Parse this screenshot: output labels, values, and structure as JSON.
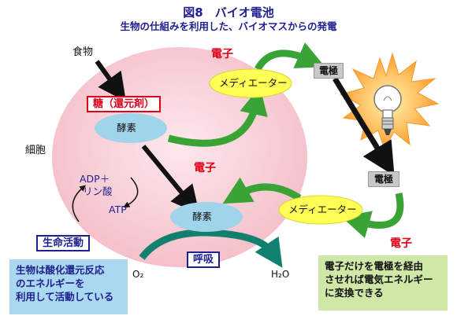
{
  "title": "図8　バイオ電池",
  "subtitle": "生物の仕組みを利用した、バイオマスからの発電",
  "labels": {
    "food": "食物",
    "sugar": "糖（還元剤）",
    "enzyme1": "酵素",
    "enzyme2": "酵素",
    "mediator1": "メディエーター",
    "mediator2": "メディエーター",
    "electron_top": "電子",
    "electron_mid": "電子",
    "electron_right": "電子",
    "electrode_top": "電極",
    "electrode_bottom": "電極",
    "cell": "細胞",
    "adp": "ADP＋",
    "phosphate": "リン酸",
    "atp": "ATP",
    "life_activity": "生命活動",
    "respiration": "呼吸",
    "o2": "O₂",
    "h2o": "H₂O"
  },
  "notes": {
    "left": "生物は酸化還元反応\nのエネルギーを\n利用して活動している",
    "right": "電子だけを電極を経由\nさせれば電気エネルギー\nに変換できる"
  },
  "colors": {
    "title": "#1f1f8f",
    "red": "#e0001b",
    "green_arrow": "#3aa335",
    "teal_arrow": "#12806f",
    "cell": "#f7cfd6",
    "enzyme": "#9fd4ea",
    "mediator": "#ffff55",
    "left_note_bg": "#a9d8f0",
    "right_note_bg": "#cfe8a8"
  }
}
